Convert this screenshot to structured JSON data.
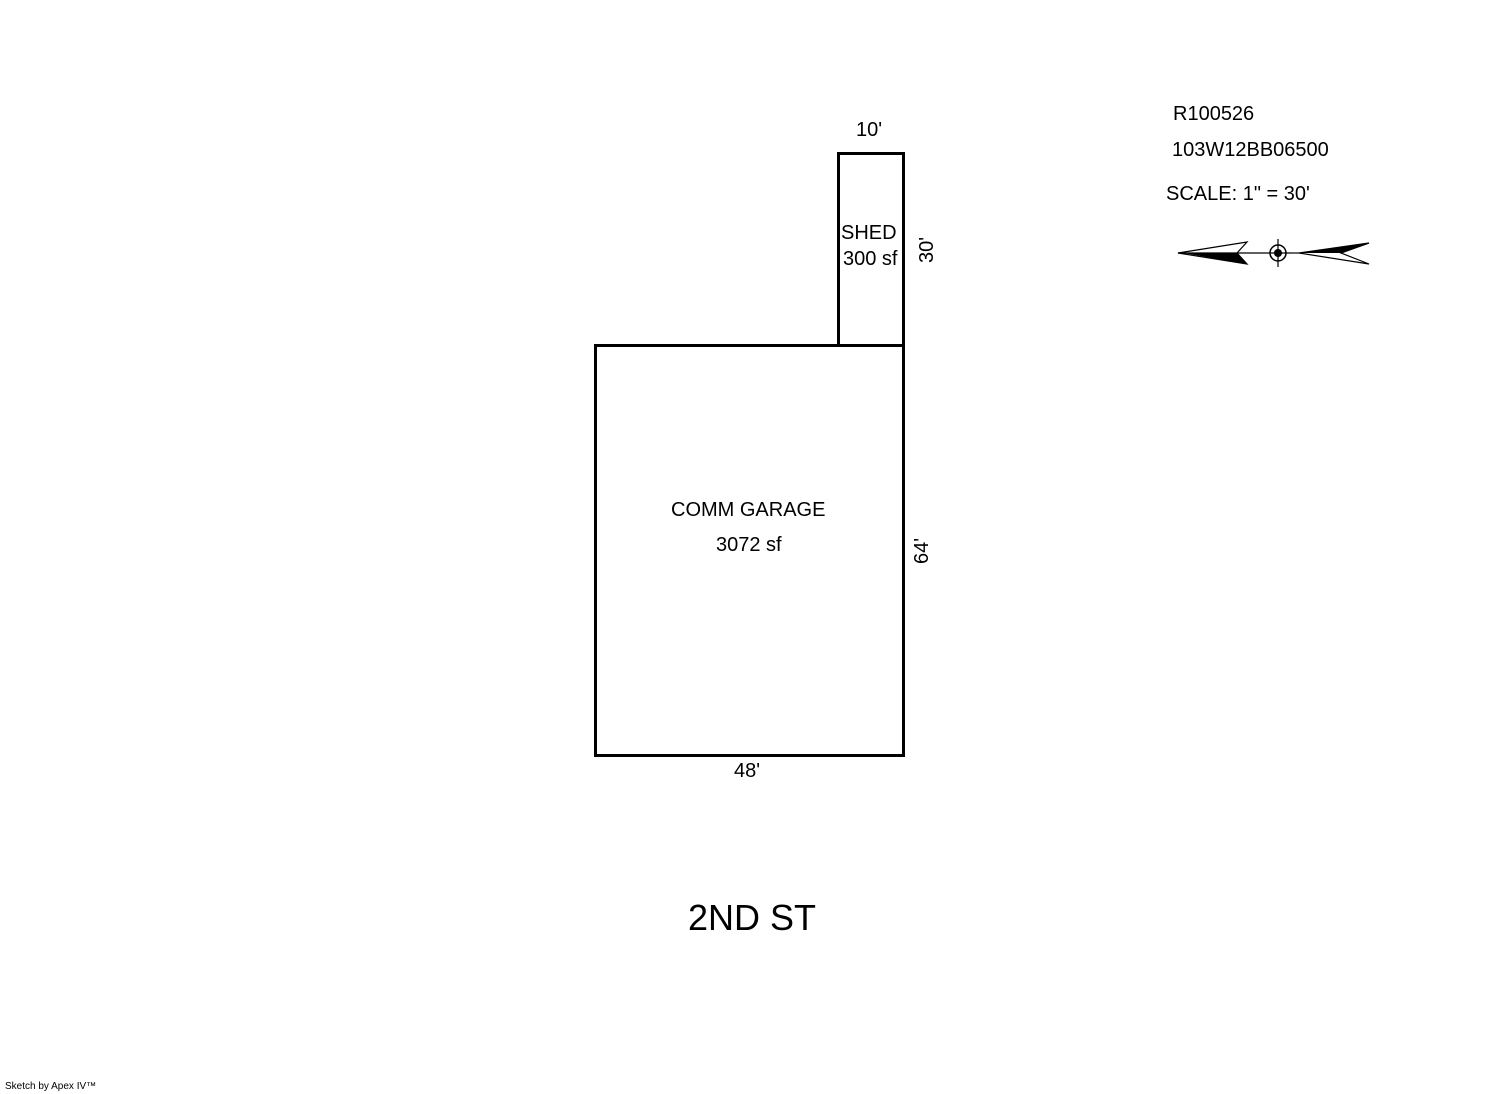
{
  "header": {
    "parcel_id": "R100526",
    "map_number": "103W12BB06500",
    "scale": "SCALE: 1\" = 30'"
  },
  "rooms": {
    "shed": {
      "name": "SHED",
      "area": "300 sf"
    },
    "garage": {
      "name": "COMM GARAGE",
      "area": "3072 sf"
    }
  },
  "dimensions": {
    "shed_width": "10'",
    "shed_depth": "30'",
    "garage_depth": "64'",
    "garage_width": "48'"
  },
  "street": {
    "name": "2ND ST"
  },
  "footer": {
    "credit": "Sketch by Apex IV™"
  },
  "icons": {
    "compass": "north-arrow-icon"
  },
  "colors": {
    "line": "#000000",
    "background": "#ffffff"
  }
}
